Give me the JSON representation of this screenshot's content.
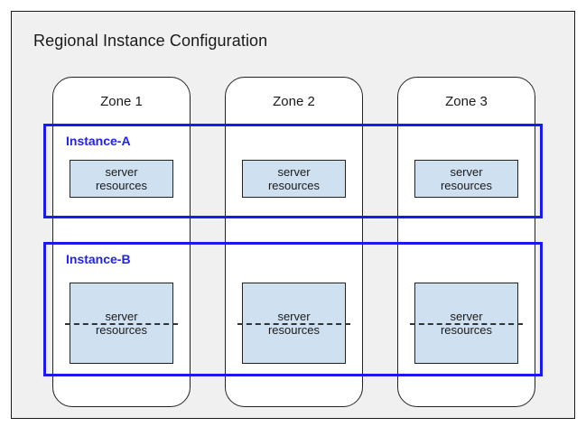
{
  "region": {
    "title": "Regional Instance Configuration"
  },
  "zones": [
    {
      "label": "Zone 1"
    },
    {
      "label": "Zone 2"
    },
    {
      "label": "Zone 3"
    }
  ],
  "instances": [
    {
      "label": "Instance-A",
      "cells": [
        {
          "line1": "server",
          "line2": "resources"
        },
        {
          "line1": "server",
          "line2": "resources"
        },
        {
          "line1": "server",
          "line2": "resources"
        }
      ]
    },
    {
      "label": "Instance-B",
      "cells": [
        {
          "line1": "server",
          "line2": "resources"
        },
        {
          "line1": "server",
          "line2": "resources"
        },
        {
          "line1": "server",
          "line2": "resources"
        }
      ]
    }
  ],
  "colors": {
    "panel_background": "#f0f0f0",
    "panel_border": "#1a1a1a",
    "zone_card_background": "#ffffff",
    "zone_card_border": "#222222",
    "instance_border": "#1a1aee",
    "instance_label": "#2222ee",
    "server_box_fill": "#cfe0f0",
    "server_box_border": "#222222",
    "divider": "#333333",
    "text": "#1a1a1a"
  }
}
